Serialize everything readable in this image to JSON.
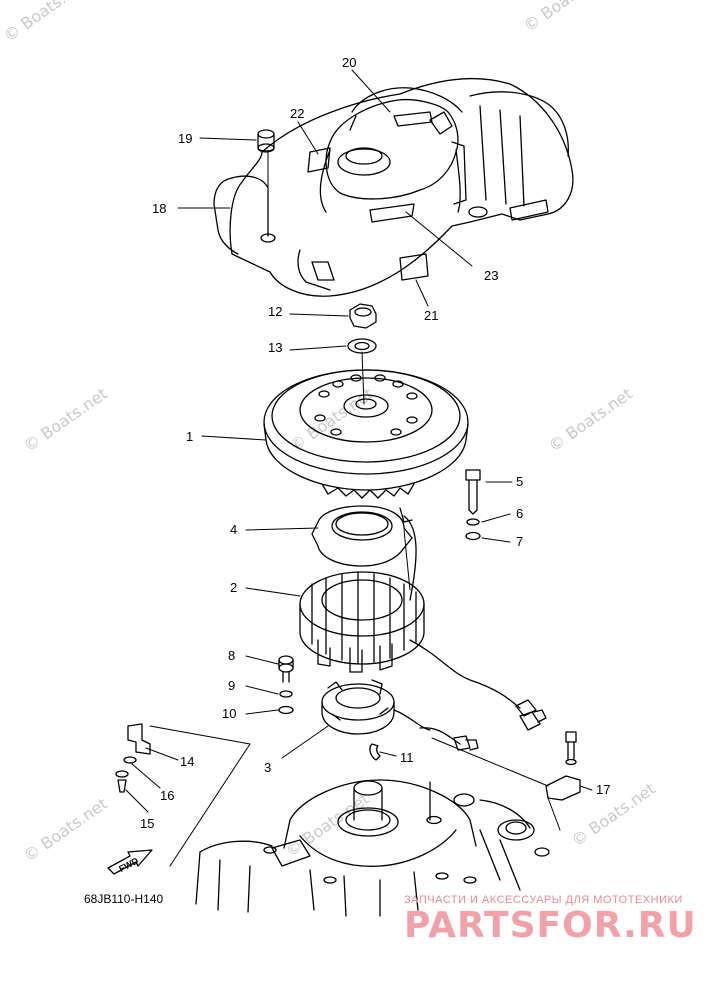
{
  "watermarks": [
    "© Boats.net",
    "© Boats.net",
    "© Boats.net",
    "© Boats.net",
    "© Boats.net",
    "© Boats.net",
    "© Boats.net",
    "© Boats.net"
  ],
  "callouts": [
    "1",
    "2",
    "3",
    "4",
    "5",
    "6",
    "7",
    "8",
    "9",
    "10",
    "11",
    "12",
    "13",
    "14",
    "15",
    "16",
    "17",
    "18",
    "19",
    "20",
    "21",
    "22",
    "23"
  ],
  "diagram_code": "68JB110-H140",
  "fwd_label": "FWD",
  "brand": {
    "subtitle": "ЗАПЧАСТИ И АКСЕССУАРЫ ДЛЯ МОТОТЕХНИКИ",
    "name": "PARTSFOR.RU"
  },
  "colors": {
    "line": "#000000",
    "watermark": "#c9c9c9",
    "brand": "#f2a1a9"
  }
}
